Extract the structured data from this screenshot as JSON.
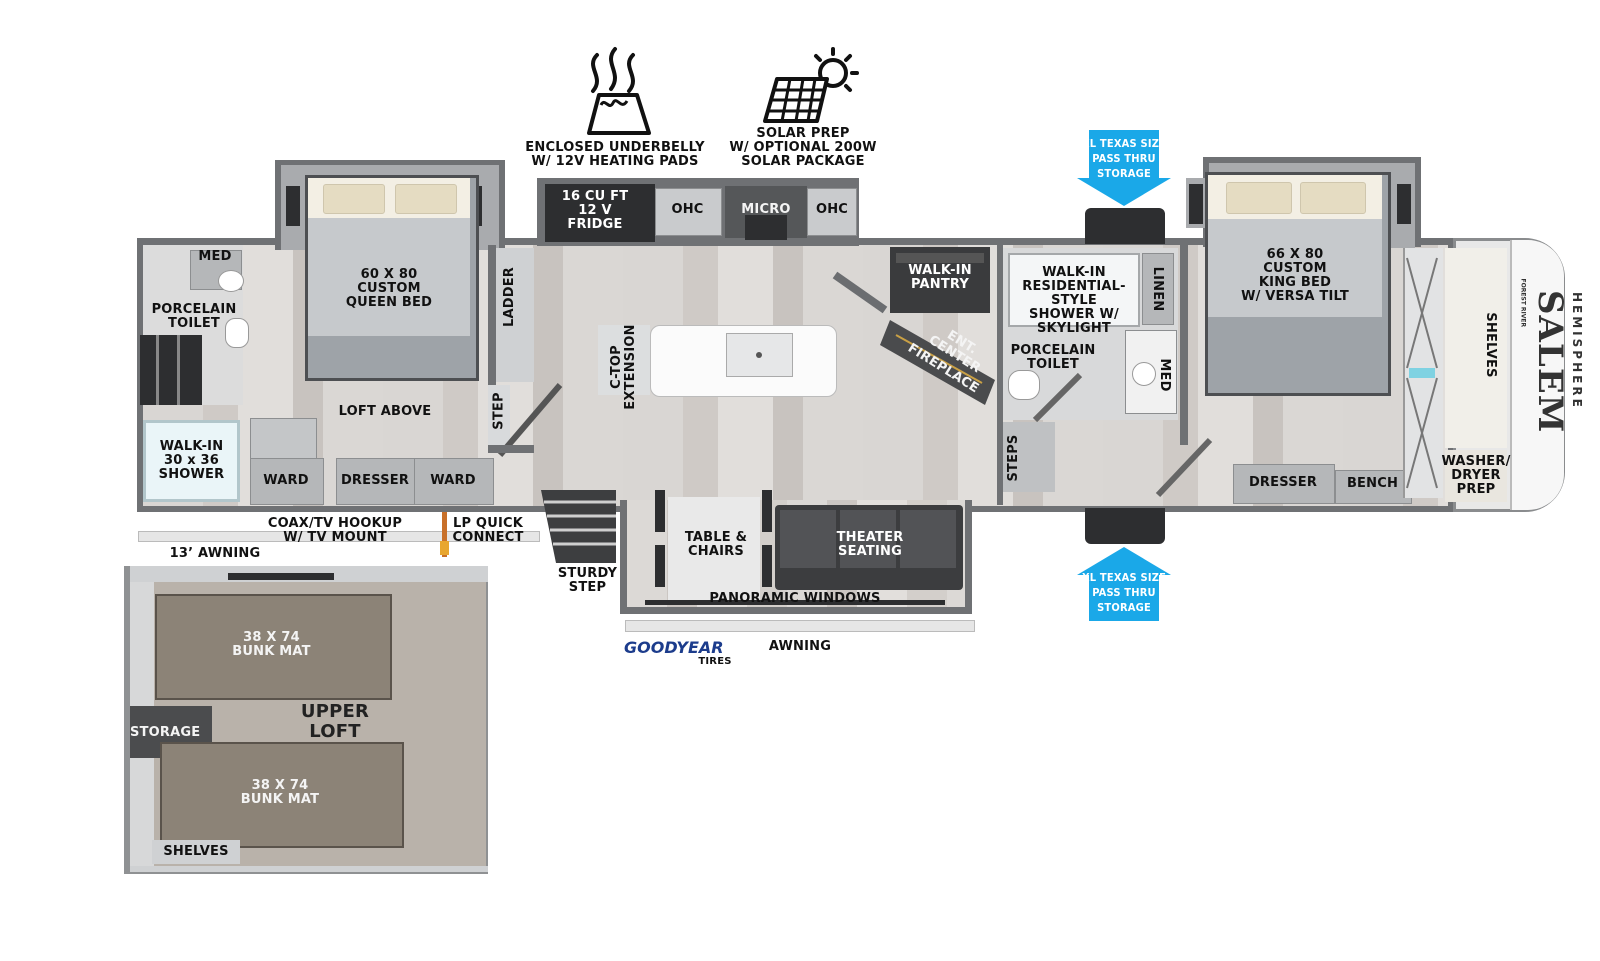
{
  "features": {
    "underbelly": "ENCLOSED UNDERBELLY\nW/ 12V HEATING PADS",
    "solar": "SOLAR PREP\nW/ OPTIONAL 200W\nSOLAR PACKAGE"
  },
  "storage_callout": {
    "top": "XL TEXAS SIZE\nPASS THRU\nSTORAGE",
    "bottom": "XL TEXAS SIZE\nPASS THRU\nSTORAGE"
  },
  "front_bedroom": {
    "bed": "60 X 80\nCUSTOM\nQUEEN BED",
    "med": "MED",
    "toilet": "PORCELAIN\nTOILET",
    "shower": "WALK-IN\n30 x 36\nSHOWER",
    "loft_above": "LOFT ABOVE",
    "ward_left": "WARD",
    "dresser": "DRESSER",
    "ward_right": "WARD",
    "ladder": "LADDER",
    "step": "STEP"
  },
  "kitchen": {
    "fridge": "16 CU FT\n12 V\nFRIDGE",
    "ohc_left": "OHC",
    "micro": "MICRO",
    "ohc_right": "OHC",
    "ctop": "C-TOP\nEXTENSION",
    "pantry": "WALK-IN\nPANTRY",
    "ent_center": "ENT.\nCENTER",
    "fireplace": "FIREPLACE"
  },
  "living": {
    "table": "TABLE &\nCHAIRS",
    "theater": "THEATER\nSEATING",
    "panoramic": "PANORAMIC WINDOWS",
    "sturdy_step": "STURDY\nSTEP"
  },
  "rear_bath": {
    "shower": "WALK-IN\nRESIDENTIAL-STYLE\nSHOWER W/\nSKYLIGHT",
    "toilet": "PORCELAIN\nTOILET",
    "linen": "LINEN",
    "med": "MED",
    "steps": "STEPS"
  },
  "rear_bedroom": {
    "bed": "66 X 80\nCUSTOM\nKING BED\nW/ VERSA TILT",
    "dresser": "DRESSER",
    "bench": "BENCH",
    "shelves": "SHELVES",
    "washer": "WASHER/\nDRYER\nPREP"
  },
  "exterior": {
    "coax": "COAX/TV HOOKUP\nW/ TV MOUNT",
    "lp": "LP QUICK\nCONNECT",
    "awning_front": "13’ AWNING",
    "goodyear": "GOODYEAR",
    "tires": "TIRES",
    "awning": "AWNING"
  },
  "loft": {
    "bunk_top": "38 X 74\nBUNK MAT",
    "upper_loft": "UPPER\nLOFT",
    "storage": "STORAGE",
    "bunk_bottom": "38 X 74\nBUNK MAT",
    "shelves": "SHELVES"
  },
  "brand": {
    "name": "SALEM",
    "sub": "HEMISPHERE",
    "maker": "FOREST RIVER"
  },
  "colors": {
    "callout_blue": "#1aa8e8",
    "wall": "#6f7174",
    "bed": "#9ea3a8",
    "carpet": "#b9b2aa"
  }
}
